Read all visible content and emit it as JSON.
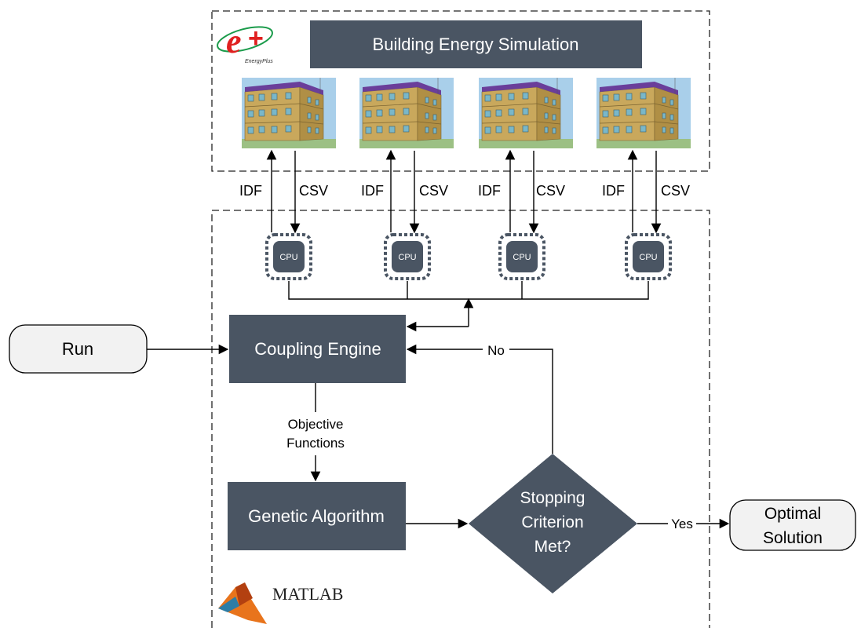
{
  "top_panel": {
    "banner": "Building Energy Simulation",
    "logo_text": "EnergyPlus"
  },
  "arrows": {
    "idf_label": "IDF",
    "csv_label": "CSV"
  },
  "cpu_label": "CPU",
  "nodes": {
    "run": "Run",
    "coupling_engine": "Coupling Engine",
    "objective_functions_line1": "Objective",
    "objective_functions_line2": "Functions",
    "genetic_algorithm": "Genetic Algorithm",
    "stopping_line1": "Stopping",
    "stopping_line2": "Criterion",
    "stopping_line3": "Met?",
    "optimal_line1": "Optimal",
    "optimal_line2": "Solution"
  },
  "edges": {
    "no": "No",
    "yes": "Yes"
  },
  "bottom_panel": {
    "logo_text": "MATLAB"
  },
  "colors": {
    "box_fill": "#4a5563",
    "terminal_fill": "#f2f2f2",
    "sky": "#a9cfea",
    "wall": "#c9a85c",
    "roof": "#6a3e9a",
    "ground": "#9cc084"
  }
}
